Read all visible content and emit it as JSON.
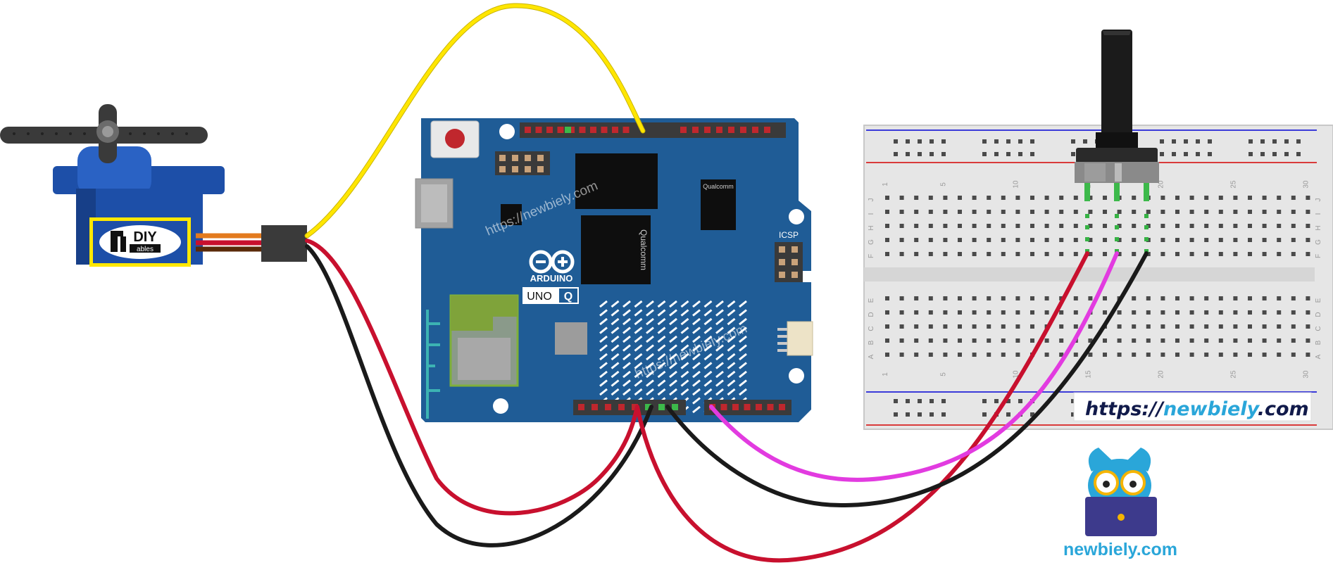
{
  "servo": {
    "logo_line1": "DIY",
    "logo_line2": "ables"
  },
  "arduino": {
    "brand": "ARDUINO",
    "model_part1": "UNO",
    "model_part2": "Q",
    "icsp_label": "ICSP",
    "chip_brand_small": "Qualcomm",
    "chip_brand_large": "Qualcomm"
  },
  "watermarks": {
    "board_top": "https://newbiely.com",
    "board_bottom": "https://newbiely.com"
  },
  "breadboard": {
    "column_numbers": [
      "1",
      "5",
      "10",
      "15",
      "20",
      "25",
      "30"
    ],
    "row_letters_top": [
      "J",
      "I",
      "H",
      "G",
      "F"
    ],
    "row_letters_bottom": [
      "E",
      "D",
      "C",
      "B",
      "A"
    ]
  },
  "footer": {
    "url_prefix": "https://",
    "url_domain": "newbiely",
    "url_suffix": ".com",
    "mascot_caption": "newbiely.com"
  },
  "colors": {
    "board_blue": "#1f5c96",
    "wire_yellow": "#ffe600",
    "wire_red": "#c8102e",
    "wire_black": "#1a1a1a",
    "wire_magenta": "#e23be0",
    "servo_blue": "#1d4fa8",
    "brand_cyan": "#2aa6d9"
  }
}
